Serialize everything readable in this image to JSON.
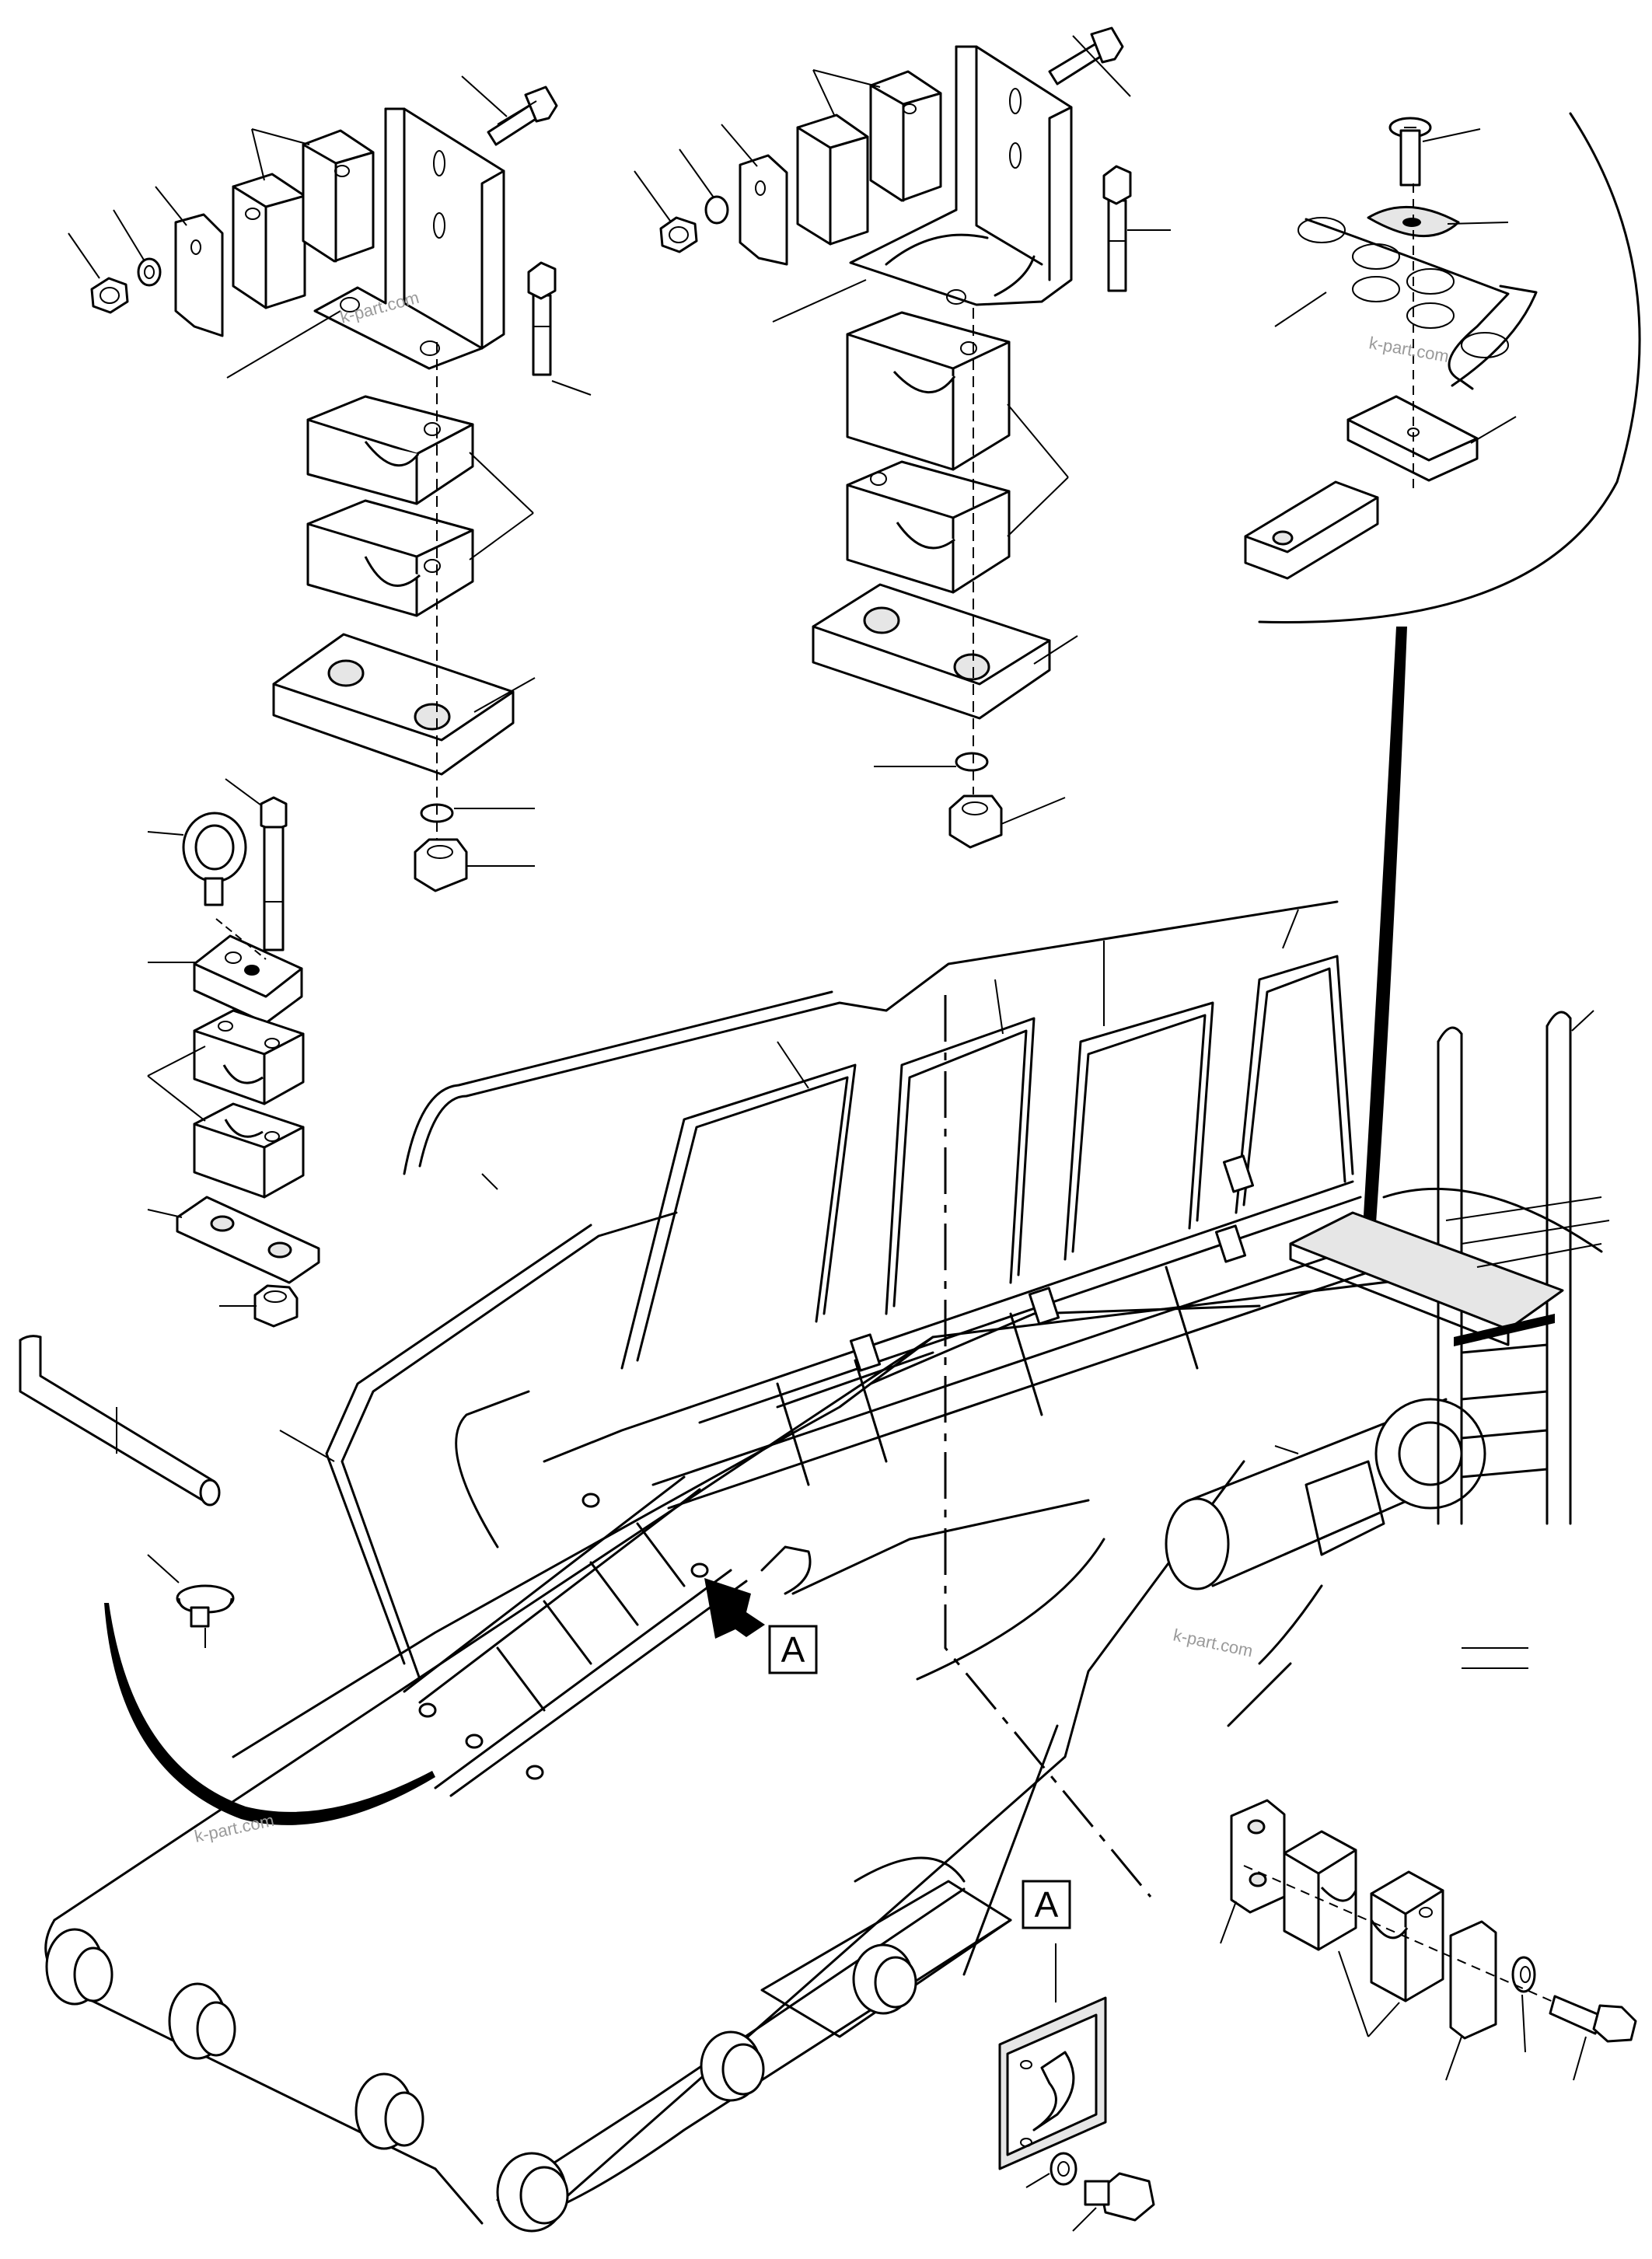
{
  "diagram": {
    "view_marker_label": "A",
    "detail_label": "A",
    "watermark": "k-part.com"
  },
  "icons": {
    "arrow": "arrow-icon"
  }
}
